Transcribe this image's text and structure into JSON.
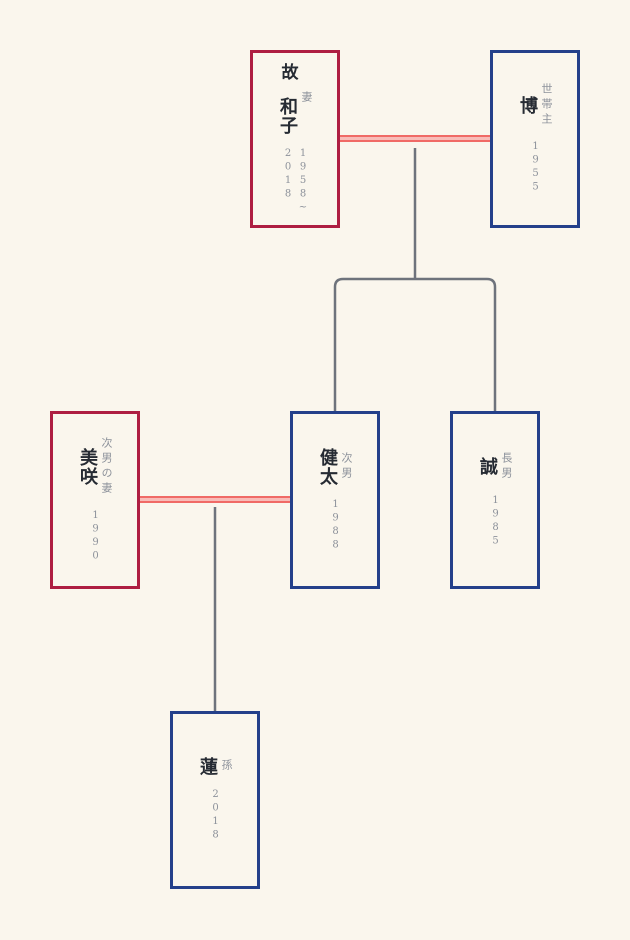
{
  "page": {
    "background": "#faf6ed"
  },
  "colors": {
    "page_bg": "#faf6ed",
    "female_border": "#ae1e42",
    "male_border": "#24408a",
    "marriage_line_edge": "#f06a66",
    "marriage_line_fill": "#f8bcb8",
    "connector_line": "#6e737c",
    "name_text": "#262b33",
    "muted_text": "#8d929b"
  },
  "people": [
    {
      "id": "wife",
      "prefix": "故",
      "name": "和子",
      "relation_label": "妻",
      "dates": [
        "1958~",
        "2018"
      ],
      "gender": "female"
    },
    {
      "id": "household-head",
      "prefix": "",
      "name": "博",
      "relation_label": "世帯主",
      "dates": [
        "1955"
      ],
      "gender": "male"
    },
    {
      "id": "second-son-wife",
      "prefix": "",
      "name": "美咲",
      "relation_label": "次男の妻",
      "dates": [
        "1990"
      ],
      "gender": "female"
    },
    {
      "id": "second-son",
      "prefix": "",
      "name": "健太",
      "relation_label": "次男",
      "dates": [
        "1988"
      ],
      "gender": "male"
    },
    {
      "id": "eldest-son",
      "prefix": "",
      "name": "誠",
      "relation_label": "長男",
      "dates": [
        "1985"
      ],
      "gender": "male"
    },
    {
      "id": "grandchild",
      "prefix": "",
      "name": "蓮",
      "relation_label": "孫",
      "dates": [
        "2018"
      ],
      "gender": "male"
    }
  ],
  "relationships": {
    "marriages": [
      {
        "between": [
          "和子",
          "博"
        ],
        "children": [
          "健太",
          "誠"
        ]
      },
      {
        "between": [
          "美咲",
          "健太"
        ],
        "children": [
          "蓮"
        ]
      }
    ]
  }
}
